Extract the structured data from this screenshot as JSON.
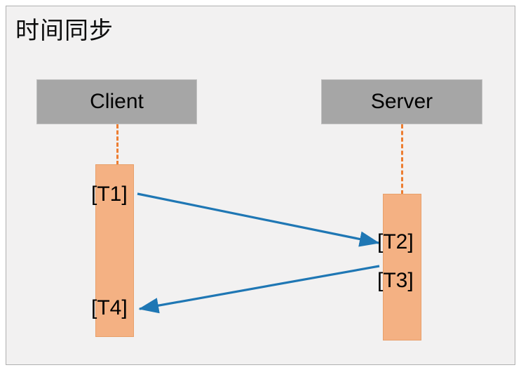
{
  "diagram": {
    "title": "时间同步",
    "type": "sequence-diagram",
    "colors": {
      "panel_background": "#f2f1f1",
      "panel_border": "#b0b0b0",
      "actor_fill": "#a6a6a6",
      "lifeline": "#ed7d31",
      "activation_fill": "#f4b183",
      "arrow": "#1f77b4",
      "text": "#000000"
    },
    "actors": [
      {
        "id": "client",
        "label": "Client"
      },
      {
        "id": "server",
        "label": "Server"
      }
    ],
    "timestamps": [
      {
        "id": "t1",
        "label": "[T1]",
        "actor": "client"
      },
      {
        "id": "t2",
        "label": "[T2]",
        "actor": "server"
      },
      {
        "id": "t3",
        "label": "[T3]",
        "actor": "server"
      },
      {
        "id": "t4",
        "label": "[T4]",
        "actor": "client"
      }
    ],
    "messages": [
      {
        "id": "request",
        "from": "t1",
        "to": "t2",
        "direction": "client-to-server"
      },
      {
        "id": "response",
        "from": "t3",
        "to": "t4",
        "direction": "server-to-client"
      }
    ]
  }
}
